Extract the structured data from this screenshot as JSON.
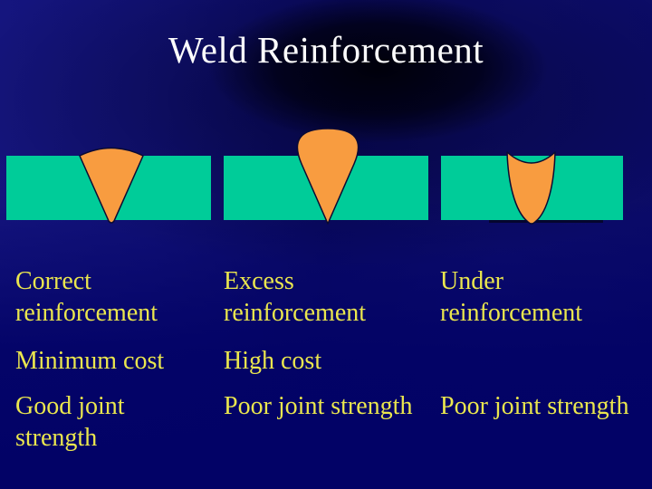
{
  "slide": {
    "title": "Weld Reinforcement",
    "columns": [
      {
        "name_lines": [
          "Correct",
          "reinforcement"
        ],
        "cost": "Minimum cost",
        "strength_lines": [
          "Good joint",
          "strength"
        ]
      },
      {
        "name_lines": [
          "Excess",
          "reinforcement"
        ],
        "cost": "High cost",
        "strength_lines": [
          "Poor joint strength"
        ]
      },
      {
        "name_lines": [
          "Under",
          "reinforcement"
        ],
        "strength_lines": [
          "Poor joint strength"
        ]
      }
    ],
    "diagram": {
      "shapes": [
        "correct-weld",
        "excess-weld",
        "under-weld"
      ],
      "plate_count": 3
    },
    "colors": {
      "background_navy": "#0B0B6B",
      "plate_green": "#00CC99",
      "weld_orange": "#F89C40",
      "label_yellow": "#EAE64E",
      "title_white": "#FCFCFC"
    }
  }
}
